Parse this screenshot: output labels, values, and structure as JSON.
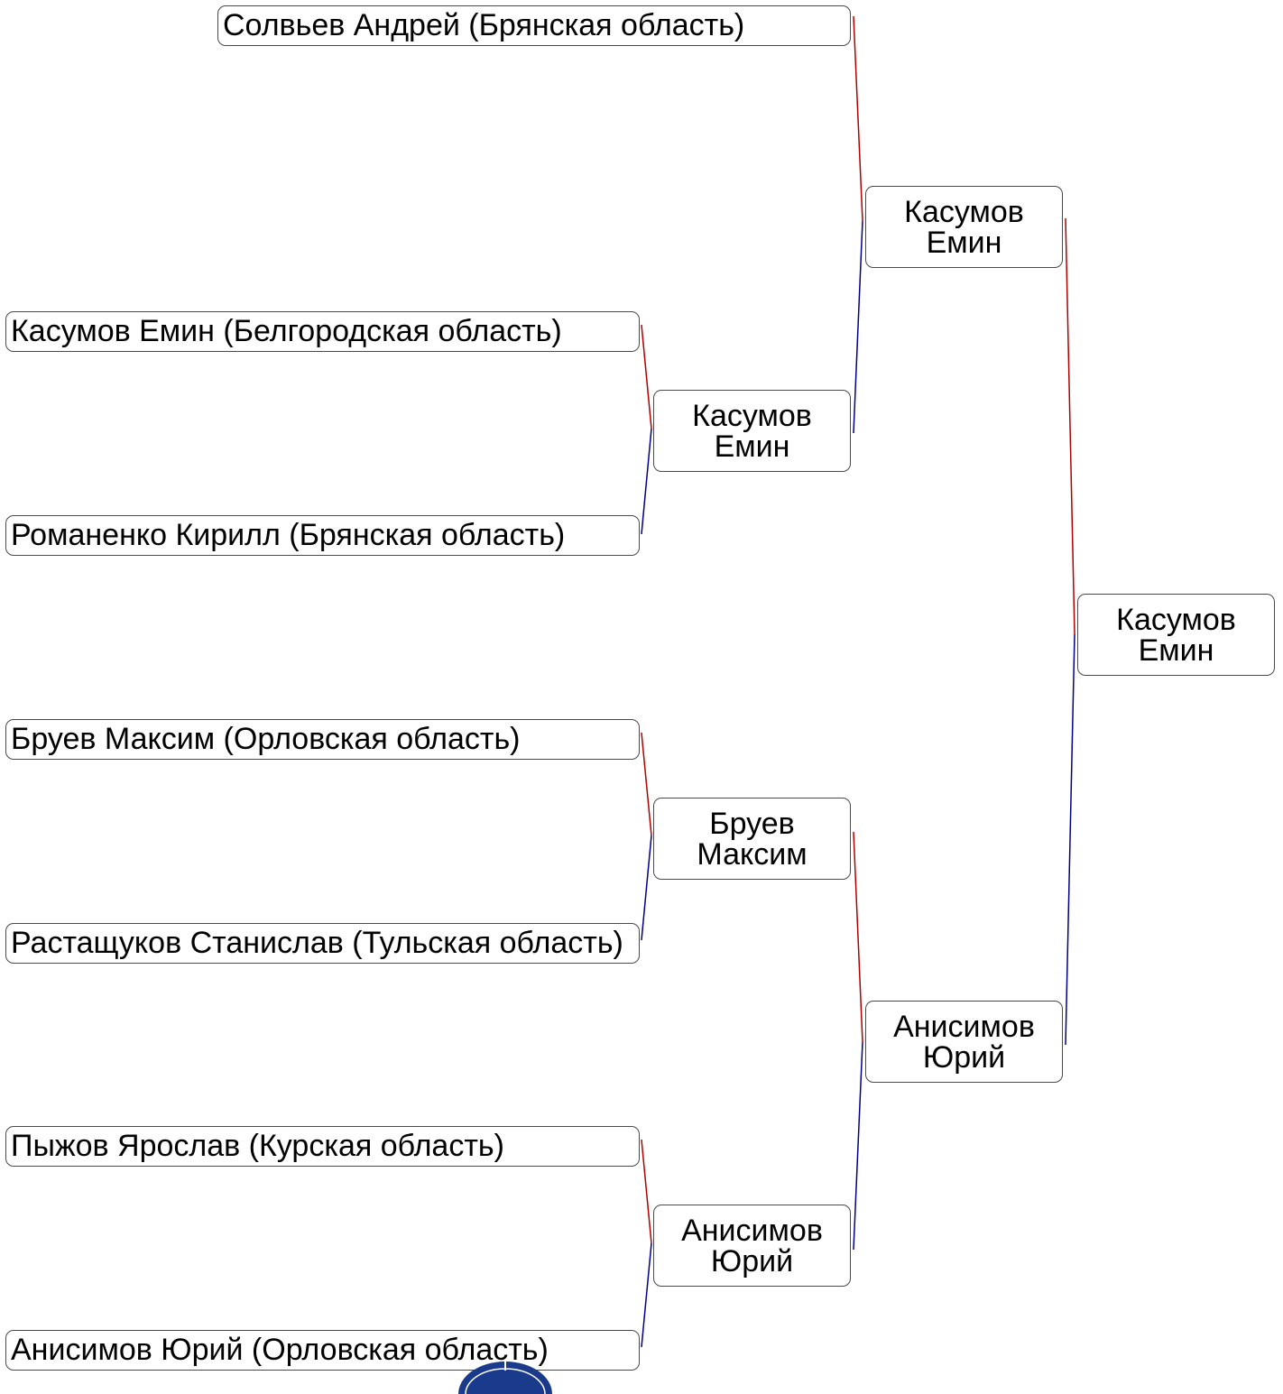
{
  "round1": [
    {
      "label": "Касумов Емин (Белгородская область)"
    },
    {
      "label": "Романенко Кирилл (Брянская область)"
    },
    {
      "label": "Бруев Максим (Орловская область)"
    },
    {
      "label": "Растащуков Станислав (Тульская область)"
    },
    {
      "label": "Пыжов Ярослав (Курская область)"
    },
    {
      "label": "Анисимов Юрий (Орловская область)"
    }
  ],
  "bye": {
    "label": "Солвьев Андрей (Брянская область)"
  },
  "round2": [
    {
      "line1": "Касумов",
      "line2": "Емин"
    },
    {
      "line1": "Бруев",
      "line2": "Максим"
    },
    {
      "line1": "Анисимов",
      "line2": "Юрий"
    }
  ],
  "semifinal": [
    {
      "line1": "Касумов",
      "line2": "Емин"
    },
    {
      "line1": "Анисимов",
      "line2": "Юрий"
    }
  ],
  "final": {
    "line1": "Касумов",
    "line2": "Емин"
  },
  "colors": {
    "upper_connector": "#b00000",
    "lower_connector": "#00008b",
    "border": "#4a4a4a"
  }
}
